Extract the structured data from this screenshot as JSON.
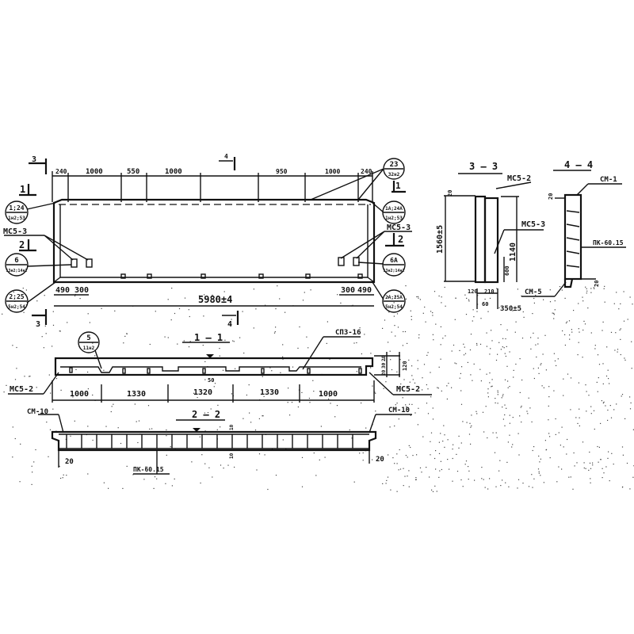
{
  "plan": {
    "top_dims": [
      "240",
      "1000",
      "550",
      "1000",
      "950",
      "1000",
      "240"
    ],
    "bottom_left_dims": [
      "490",
      "300"
    ],
    "bottom_right_dims": [
      "300",
      "490"
    ],
    "total_length": "5980±4",
    "mark_left_top": {
      "top": "1;24",
      "bottom": "1н2;53"
    },
    "mark_left_mid": {
      "top": "6",
      "bottom": "13н2;14н2"
    },
    "mark_left_bot": {
      "top": "2;25",
      "bottom": "5н2;54"
    },
    "mark_right_23": {
      "top": "23",
      "bottom": "32н2"
    },
    "mark_right_top": {
      "top": "1А;24А",
      "bottom": "1н2;53"
    },
    "mark_right_mid": {
      "top": "6А",
      "bottom": "13н2;14н2"
    },
    "mark_right_bot": {
      "top": "2А;25А",
      "bottom": "5н2;54"
    },
    "label_mc53_left": "МС5-3",
    "label_mc53_right": "МС5-3",
    "section_marks": {
      "s3": "3",
      "s1": "1",
      "s2": "2",
      "s4": "4"
    }
  },
  "section_3_3": {
    "title": "3 — 3",
    "label_mc52": "МС5-2",
    "label_mc53": "МС5-3",
    "height_dim": "1560±5",
    "inner_dim": "1140",
    "dim_600": "600",
    "dim_20": "20",
    "dim_120": "120",
    "dim_210": "210",
    "dim_60": "60",
    "width_dim": "350±5"
  },
  "section_4_4": {
    "title": "4 — 4",
    "label_cm1": "СМ-1",
    "label_pk": "ПК-60.15",
    "label_cm5": "СМ-5",
    "dim_top": "20",
    "dim_bottom": "20"
  },
  "section_1_1": {
    "title": "1 — 1",
    "mark": {
      "top": "5",
      "bottom": "11н2"
    },
    "label_sp3": "СП3-16",
    "label_mc52_left": "МС5-2",
    "label_mc52_right": "МС5-2",
    "dims": [
      "1000",
      "1330",
      "1320",
      "1330",
      "1000"
    ],
    "vertical_dims": [
      "20",
      "30",
      "20",
      "120"
    ],
    "center_dim": "50"
  },
  "section_2_2": {
    "title": "2 — 2",
    "label_cm10_left": "СМ-10",
    "label_cm10_right": "СМ-10",
    "label_pk": "ПК-60.15",
    "dim_left": "20",
    "dim_right": "20",
    "dim_top": "10",
    "dim_bottom": "10"
  }
}
